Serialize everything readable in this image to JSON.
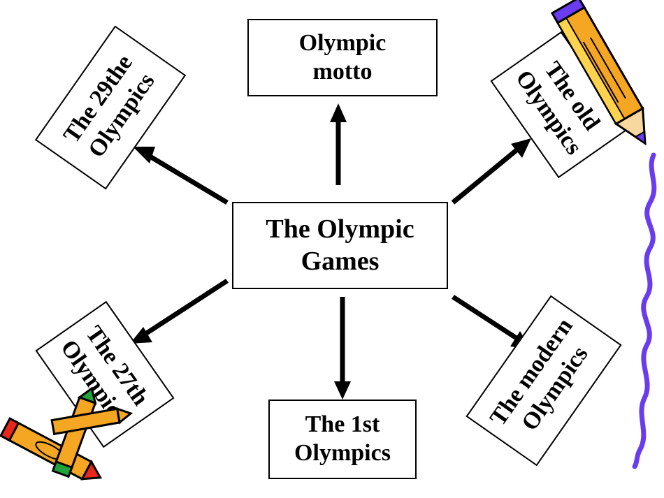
{
  "diagram": {
    "center": {
      "line1": "The Olympic",
      "line2": "Games"
    },
    "top": {
      "line1": "Olympic",
      "line2": "motto"
    },
    "top_left": {
      "line1": "The 29the",
      "line2": "Olympics"
    },
    "top_right": {
      "line1": "The old",
      "line2": "Olympics"
    },
    "bottom_left": {
      "line1": "The 27th",
      "line2": "Olympics"
    },
    "bottom": {
      "line1": "The 1st",
      "line2": "Olympics"
    },
    "bottom_right": {
      "line1": "The modern",
      "line2": "Olympics"
    }
  },
  "decorations": {
    "pencil_icon": "pencil-icon",
    "crayons_icon": "crayons-icon",
    "squiggle_color": "#6a3cf0",
    "crayon_orange": "#f5a623",
    "crayon_red": "#e8261c",
    "crayon_green": "#1fa33a",
    "pencil_purple": "#6a3cf0"
  }
}
